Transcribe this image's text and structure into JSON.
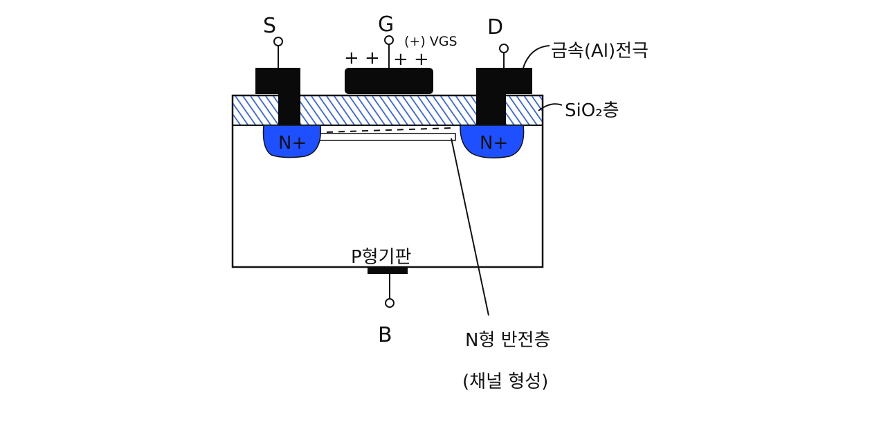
{
  "terminals": {
    "source": "S",
    "gate": "G",
    "drain": "D",
    "body": "B"
  },
  "gate_bias": "(+) VGS",
  "gate_charges": [
    "+ +",
    "+ +"
  ],
  "labels": {
    "metal_electrode": "금속(Al)전극",
    "oxide_layer": "SiO₂층",
    "substrate": "P형기판",
    "inversion_layer": "N형 반전층",
    "channel_note": "(채널 형성)",
    "source_region": "N+",
    "drain_region": "N+"
  },
  "colors": {
    "n_region": "#1f50ff",
    "oxide_hatch": "#2e5fe0",
    "metal": "#0a0a0a",
    "outline": "#111111"
  }
}
